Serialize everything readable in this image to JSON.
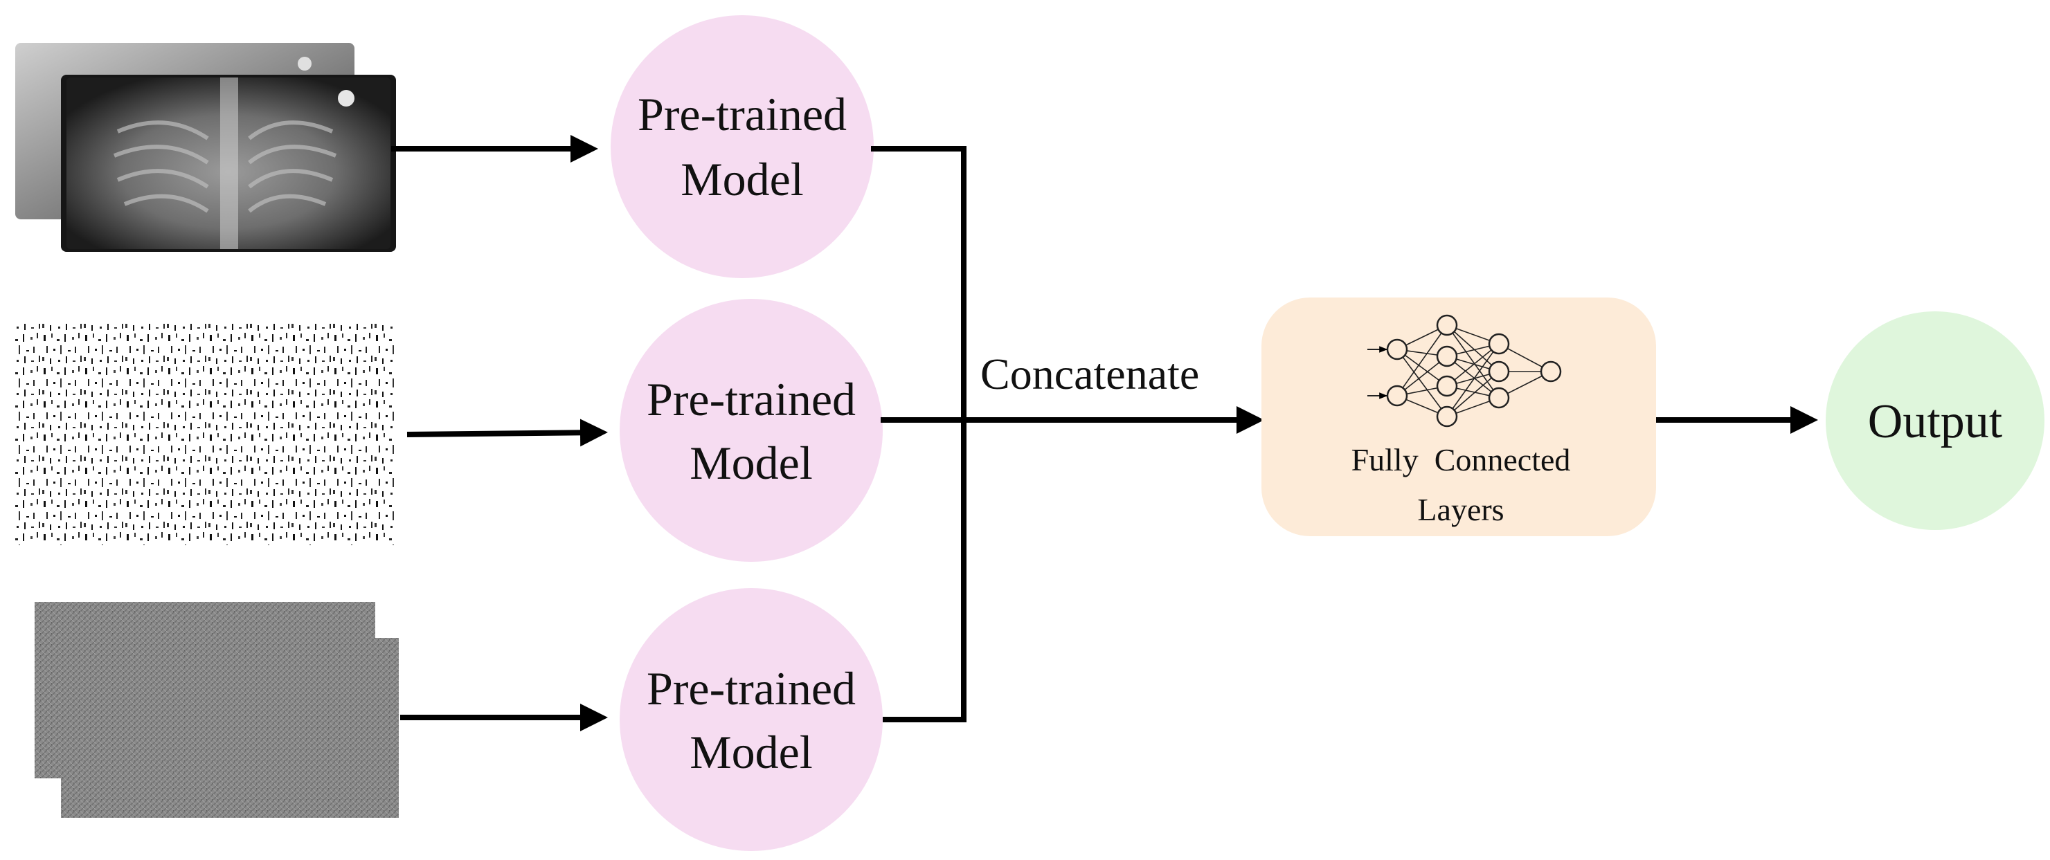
{
  "model_nodes": [
    {
      "line1": "Pre-trained",
      "line2": "Model"
    },
    {
      "line1": "Pre-trained",
      "line2": "Model"
    },
    {
      "line1": "Pre-trained",
      "line2": "Model"
    }
  ],
  "concat_label": "Concatenate",
  "fc_block": {
    "line1": "Fully  Connected",
    "line2": "Layers"
  },
  "output_label": "Output",
  "colors": {
    "model_fill": "#f6dcf1",
    "fc_fill": "#fdebd8",
    "output_fill": "#dff6dc",
    "arrow": "#000000"
  },
  "input_images": [
    {
      "icon": "chest-xray-image"
    },
    {
      "icon": "binary-noise-image"
    },
    {
      "icon": "gray-texture-image"
    }
  ]
}
